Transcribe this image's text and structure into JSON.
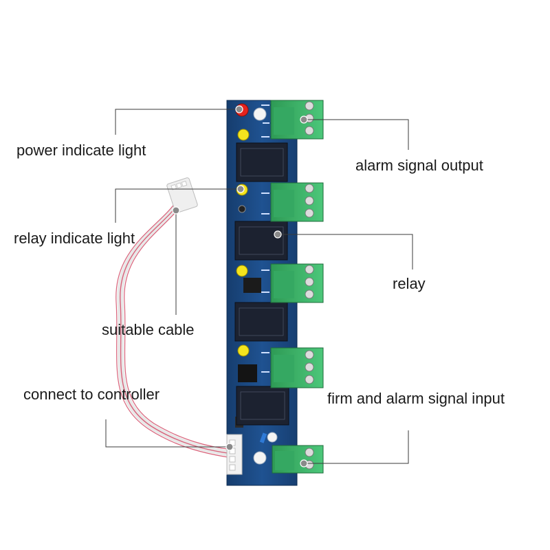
{
  "labels": {
    "power_light": "power indicate light",
    "relay_light": "relay indicate light",
    "cable": "suitable cable",
    "controller": "connect to controller",
    "alarm_output": "alarm signal output",
    "relay": "relay",
    "firm_alarm_input": "firm and alarm signal input"
  },
  "colors": {
    "pcb": "#1d4a82",
    "terminal": "#3fb66b",
    "relay_body": "#1c2230",
    "led_power": "#e5231d",
    "led_relay": "#f4e41e",
    "leader_line": "#3a3a3a",
    "wire_red": "#d9627a"
  }
}
